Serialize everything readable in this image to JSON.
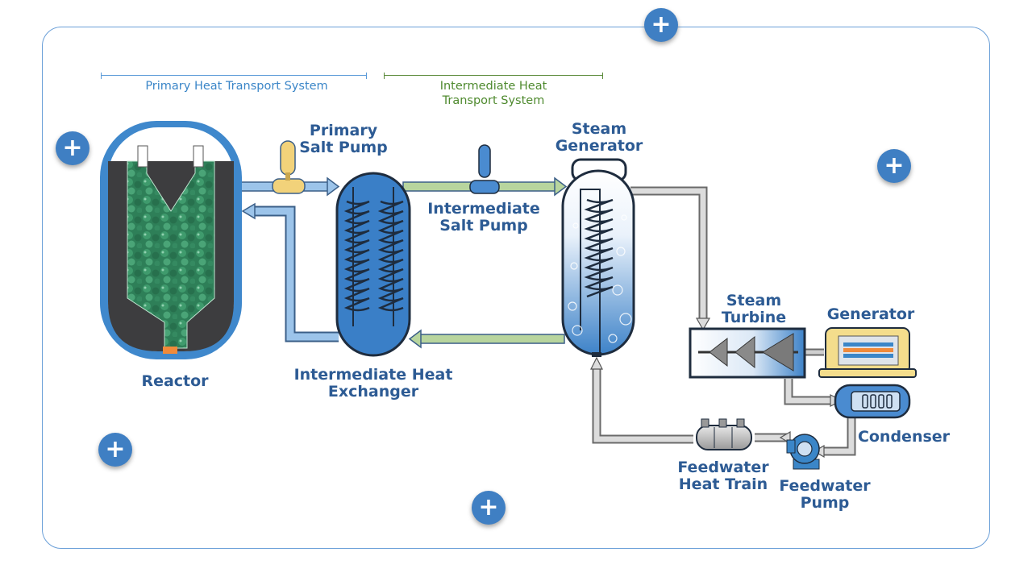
{
  "systems": {
    "primary": "Primary Heat Transport System",
    "intermediate_line1": "Intermediate Heat",
    "intermediate_line2": "Transport System"
  },
  "components": {
    "reactor": "Reactor",
    "primary_pump_1": "Primary",
    "primary_pump_2": "Salt Pump",
    "ihx_1": "Intermediate Heat",
    "ihx_2": "Exchanger",
    "intermediate_pump_1": "Intermediate",
    "intermediate_pump_2": "Salt Pump",
    "steam_gen_1": "Steam",
    "steam_gen_2": "Generator",
    "turbine_1": "Steam",
    "turbine_2": "Turbine",
    "generator": "Generator",
    "condenser": "Condenser",
    "fw_train_1": "Feedwater",
    "fw_train_2": "Heat Train",
    "fw_pump_1": "Feedwater",
    "fw_pump_2": "Pump"
  },
  "hotspots": [
    "+",
    "+",
    "+",
    "+",
    "+"
  ],
  "colors": {
    "frame": "#6a9fd8",
    "hotspot": "#3f7fc3",
    "label": "#2d5b94",
    "primary": "#3b86c8",
    "intermediate": "#5a8a3a",
    "pebbles": "#2f8a60"
  }
}
